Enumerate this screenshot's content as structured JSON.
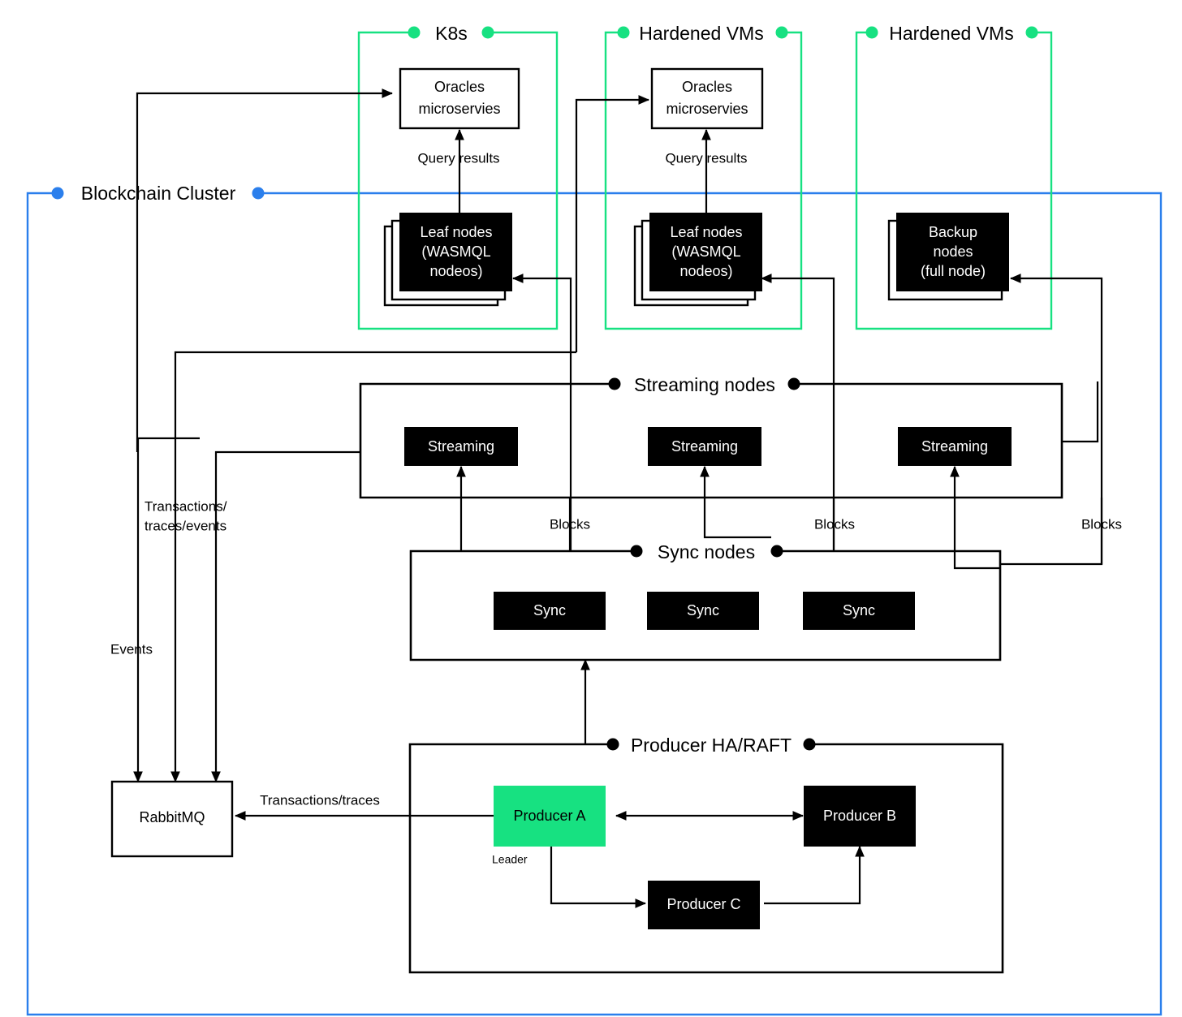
{
  "diagram": {
    "title": "Blockchain Cluster Architecture",
    "colors": {
      "green": "#17e181",
      "blue": "#2b7fec",
      "black": "#000000",
      "white": "#ffffff"
    },
    "groups": [
      {
        "id": "k8s",
        "label": "K8s",
        "color": "#17e181"
      },
      {
        "id": "hardened-vms-1",
        "label": "Hardened VMs",
        "color": "#17e181"
      },
      {
        "id": "hardened-vms-2",
        "label": "Hardened VMs",
        "color": "#17e181"
      },
      {
        "id": "blockchain-cluster",
        "label": "Blockchain Cluster",
        "color": "#2b7fec"
      },
      {
        "id": "streaming-nodes",
        "label": "Streaming nodes",
        "color": "#000000"
      },
      {
        "id": "sync-nodes",
        "label": "Sync nodes",
        "color": "#000000"
      },
      {
        "id": "producer-ha-raft",
        "label": "Producer HA/RAFT",
        "color": "#000000"
      }
    ],
    "nodes": [
      {
        "id": "oracles-1",
        "label": "Oracles\nmicroservies",
        "line1": "Oracles",
        "line2": "microservies",
        "style": "white",
        "group": "k8s"
      },
      {
        "id": "oracles-2",
        "label": "Oracles\nmicroservies",
        "line1": "Oracles",
        "line2": "microservies",
        "style": "white",
        "group": "hardened-vms-1"
      },
      {
        "id": "leaf-1",
        "label": "Leaf nodes\n(WASMQL\nnodeos)",
        "line1": "Leaf nodes",
        "line2": "(WASMQL",
        "line3": "nodeos)",
        "style": "black-stack3",
        "group": "k8s"
      },
      {
        "id": "leaf-2",
        "label": "Leaf nodes\n(WASMQL\nnodeos)",
        "line1": "Leaf nodes",
        "line2": "(WASMQL",
        "line3": "nodeos)",
        "style": "black-stack3",
        "group": "hardened-vms-1"
      },
      {
        "id": "backup",
        "label": "Backup\nnodes\n(full node)",
        "line1": "Backup",
        "line2": "nodes",
        "line3": "(full node)",
        "style": "black-stack2",
        "group": "hardened-vms-2"
      },
      {
        "id": "streaming-1",
        "label": "Streaming",
        "style": "black",
        "group": "streaming-nodes"
      },
      {
        "id": "streaming-2",
        "label": "Streaming",
        "style": "black",
        "group": "streaming-nodes"
      },
      {
        "id": "streaming-3",
        "label": "Streaming",
        "style": "black",
        "group": "streaming-nodes"
      },
      {
        "id": "sync-1",
        "label": "Sync",
        "style": "black",
        "group": "sync-nodes"
      },
      {
        "id": "sync-2",
        "label": "Sync",
        "style": "black",
        "group": "sync-nodes"
      },
      {
        "id": "sync-3",
        "label": "Sync",
        "style": "black",
        "group": "sync-nodes"
      },
      {
        "id": "producer-a",
        "label": "Producer A",
        "style": "green",
        "group": "producer-ha-raft",
        "badge": "Leader"
      },
      {
        "id": "producer-b",
        "label": "Producer B",
        "style": "black",
        "group": "producer-ha-raft"
      },
      {
        "id": "producer-c",
        "label": "Producer C",
        "style": "black",
        "group": "producer-ha-raft"
      },
      {
        "id": "rabbitmq",
        "label": "RabbitMQ",
        "style": "white",
        "group": null
      }
    ],
    "edge_labels": {
      "query_results_1": "Query results",
      "query_results_2": "Query results",
      "blocks_1": "Blocks",
      "blocks_2": "Blocks",
      "blocks_3": "Blocks",
      "events": "Events",
      "transactions_traces_events_l1": "Transactions/",
      "transactions_traces_events_l2": "traces/events",
      "transactions_traces": "Transactions/traces",
      "leader": "Leader"
    }
  }
}
